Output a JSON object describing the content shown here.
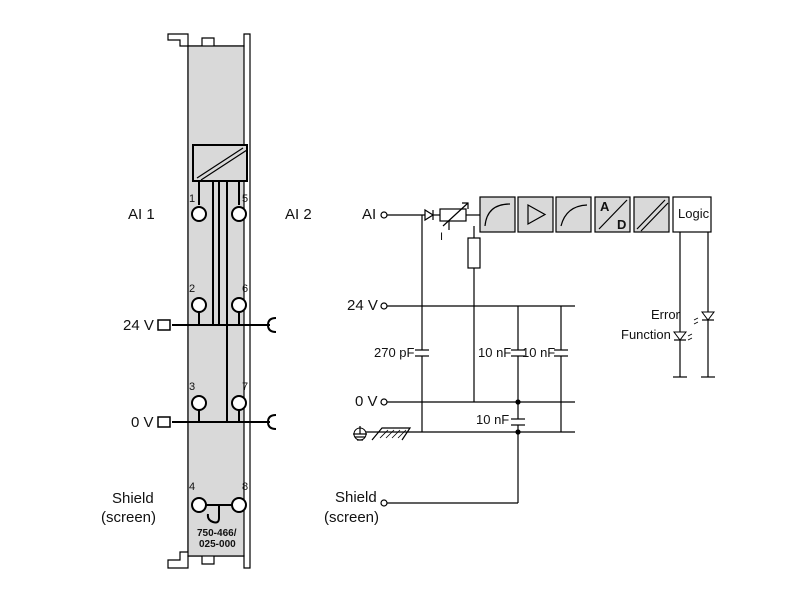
{
  "module": {
    "left_labels": {
      "ai1": "AI 1",
      "ai2": "AI 2",
      "v24": "24 V",
      "v0": "0 V",
      "shield_line1": "Shield",
      "shield_line2": "(screen)"
    },
    "terminals": [
      "1",
      "2",
      "3",
      "4",
      "5",
      "6",
      "7",
      "8"
    ],
    "part_number_line1": "750-466/",
    "part_number_line2": "025-000"
  },
  "schematic": {
    "labels": {
      "ai": "AI",
      "v24": "24 V",
      "v0": "0 V",
      "shield_line1": "Shield",
      "shield_line2": "(screen)",
      "cap_270pf": "270 pF",
      "cap_10nf_a": "10 nF",
      "cap_10nf_b": "10 nF",
      "cap_10nf_c": "10 nF",
      "error": "Error",
      "function": "Function"
    },
    "blocks": {
      "adc_a": "A",
      "adc_d": "D",
      "logic": "Logic"
    }
  },
  "colors": {
    "module_fill": "#d9d9d9",
    "line": "#000000"
  }
}
